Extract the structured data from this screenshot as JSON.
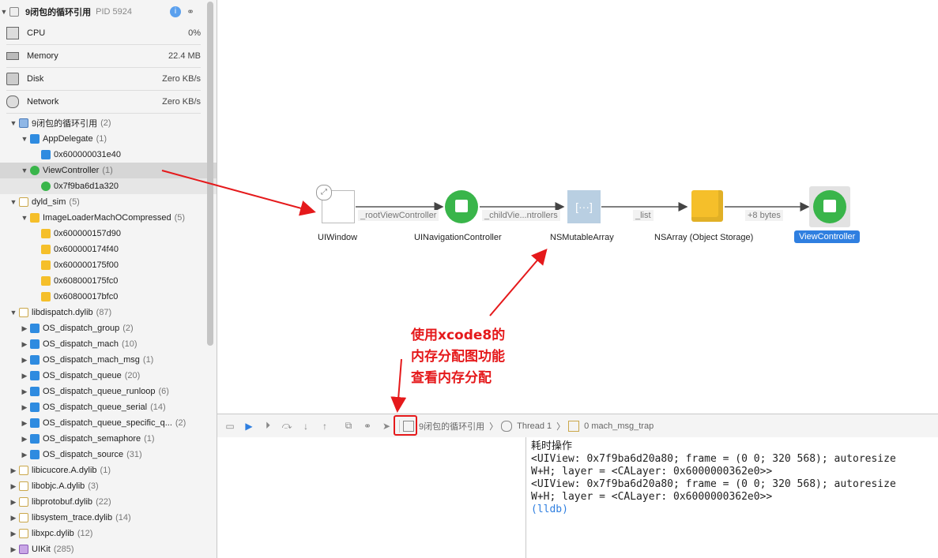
{
  "process": {
    "title": "9闭包的循环引用",
    "pid": "PID 5924"
  },
  "gauges": [
    {
      "name": "CPU",
      "value": "0%",
      "icon": "cpu-icon"
    },
    {
      "name": "Memory",
      "value": "22.4 MB",
      "icon": "memory-icon"
    },
    {
      "name": "Disk",
      "value": "Zero KB/s",
      "icon": "disk-icon"
    },
    {
      "name": "Network",
      "value": "Zero KB/s",
      "icon": "network-icon"
    }
  ],
  "tree": [
    {
      "label": "9闭包的循环引用",
      "count": "(2)"
    },
    {
      "label": "AppDelegate",
      "count": "(1)"
    },
    {
      "label": "0x600000031e40",
      "count": ""
    },
    {
      "label": "ViewController",
      "count": "(1)"
    },
    {
      "label": "0x7f9ba6d1a320",
      "count": ""
    },
    {
      "label": "dyld_sim",
      "count": "(5)"
    },
    {
      "label": "ImageLoaderMachOCompressed",
      "count": "(5)"
    },
    {
      "label": "0x600000157d90",
      "count": ""
    },
    {
      "label": "0x600000174f40",
      "count": ""
    },
    {
      "label": "0x600000175f00",
      "count": ""
    },
    {
      "label": "0x608000175fc0",
      "count": ""
    },
    {
      "label": "0x60800017bfc0",
      "count": ""
    },
    {
      "label": "libdispatch.dylib",
      "count": "(87)"
    },
    {
      "label": "OS_dispatch_group",
      "count": "(2)"
    },
    {
      "label": "OS_dispatch_mach",
      "count": "(10)"
    },
    {
      "label": "OS_dispatch_mach_msg",
      "count": "(1)"
    },
    {
      "label": "OS_dispatch_queue",
      "count": "(20)"
    },
    {
      "label": "OS_dispatch_queue_runloop",
      "count": "(6)"
    },
    {
      "label": "OS_dispatch_queue_serial",
      "count": "(14)"
    },
    {
      "label": "OS_dispatch_queue_specific_q...",
      "count": "(2)"
    },
    {
      "label": "OS_dispatch_semaphore",
      "count": "(1)"
    },
    {
      "label": "OS_dispatch_source",
      "count": "(31)"
    },
    {
      "label": "libicucore.A.dylib",
      "count": "(1)"
    },
    {
      "label": "libobjc.A.dylib",
      "count": "(3)"
    },
    {
      "label": "libprotobuf.dylib",
      "count": "(22)"
    },
    {
      "label": "libsystem_trace.dylib",
      "count": "(14)"
    },
    {
      "label": "libxpc.dylib",
      "count": "(12)"
    },
    {
      "label": "UIKit",
      "count": "(285)"
    }
  ],
  "graph": {
    "nodes": [
      "UIWindow",
      "UINavigationController",
      "NSMutableArray",
      "NSArray (Object Storage)",
      "ViewController"
    ],
    "edges": [
      "_rootViewController",
      "_childVie...ntrollers",
      "_list",
      "+8 bytes"
    ]
  },
  "debugbar": {
    "process": "9闭包的循环引用",
    "thread": "Thread 1",
    "frame": "0 mach_msg_trap"
  },
  "console": {
    "lines": [
      "耗时操作",
      "<UIView: 0x7f9ba6d20a80; frame = (0 0; 320 568); autoresize",
      "W+H; layer = <CALayer: 0x6000000362e0>>",
      "<UIView: 0x7f9ba6d20a80; frame = (0 0; 320 568); autoresize",
      "W+H; layer = <CALayer: 0x6000000362e0>>"
    ],
    "prompt": "(lldb)"
  },
  "annotation": {
    "line1": "使用xcode8的",
    "line2": "内存分配图功能",
    "line3": "查看内存分配"
  },
  "colors": {
    "accent": "#2f7fe0",
    "annotation": "#e5191b",
    "node_green": "#39b54a",
    "node_yellow": "#f5bf2a"
  }
}
